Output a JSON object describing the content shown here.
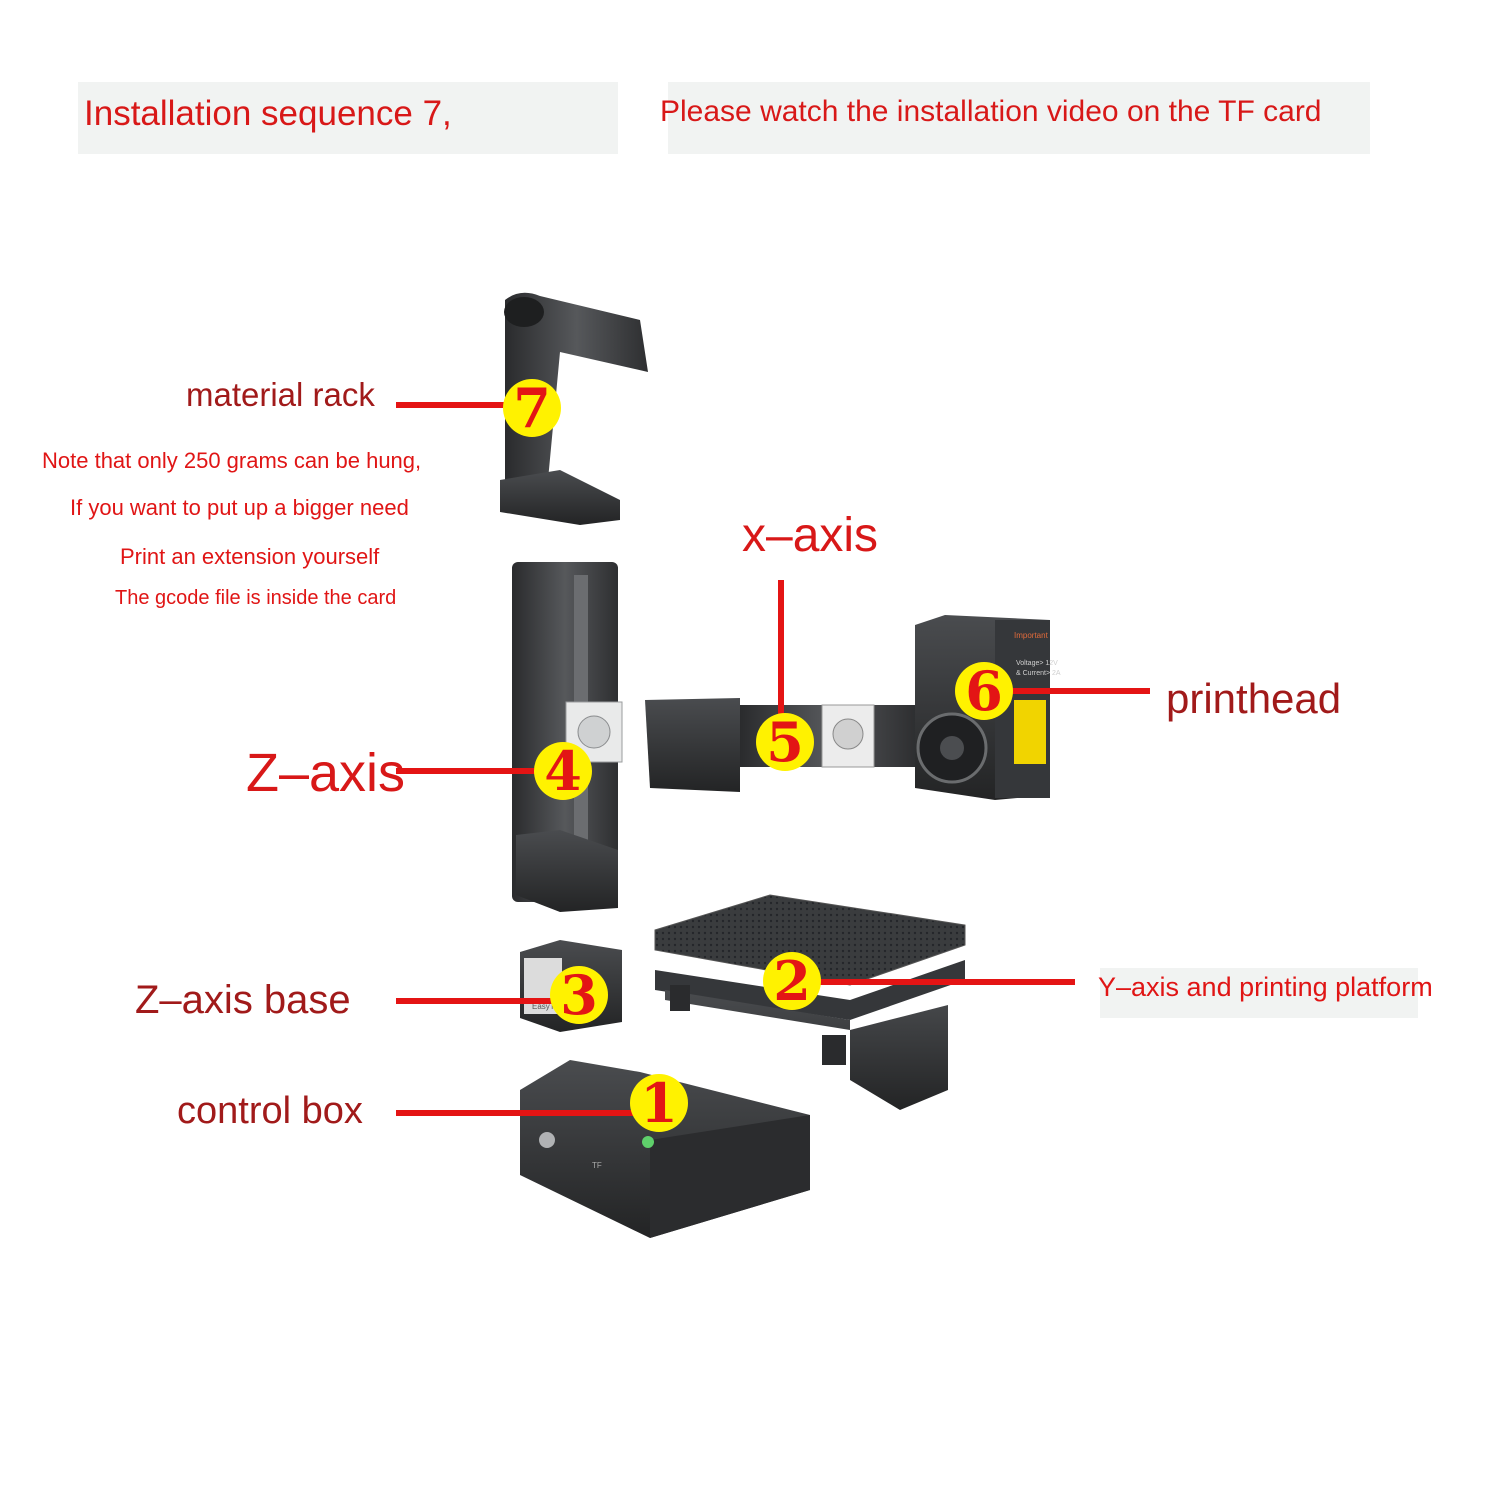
{
  "header": {
    "sequence": "Installation sequence 7,",
    "video_note": "Please watch the installation video on the TF card"
  },
  "labels": {
    "material_rack": "material rack",
    "note_line1": "Note that only 250 grams can be hung,",
    "note_line2": "If you want to put up a bigger need",
    "note_line3": "Print an extension yourself",
    "note_line4": "The gcode file is inside the card",
    "x_axis": "x–axis",
    "printhead": "printhead",
    "z_axis": "Z–axis",
    "y_axis": "Y–axis and printing platform",
    "z_axis_base": "Z–axis base",
    "control_box": "control box"
  },
  "badges": {
    "b1": "1",
    "b2": "2",
    "b3": "3",
    "b4": "4",
    "b5": "5",
    "b6": "6",
    "b7": "7"
  },
  "device_marks": {
    "printhead_brand": "Important",
    "printhead_spec1": "Voltage> 12V",
    "printhead_spec2": "& Current> 2A",
    "control_brand": "EasyThreed",
    "tf_slot": "TF"
  },
  "colors": {
    "label_red": "#d81818",
    "callout_red": "#e41414",
    "badge_yellow": "#fff200",
    "part_gray": "#3e4042"
  }
}
